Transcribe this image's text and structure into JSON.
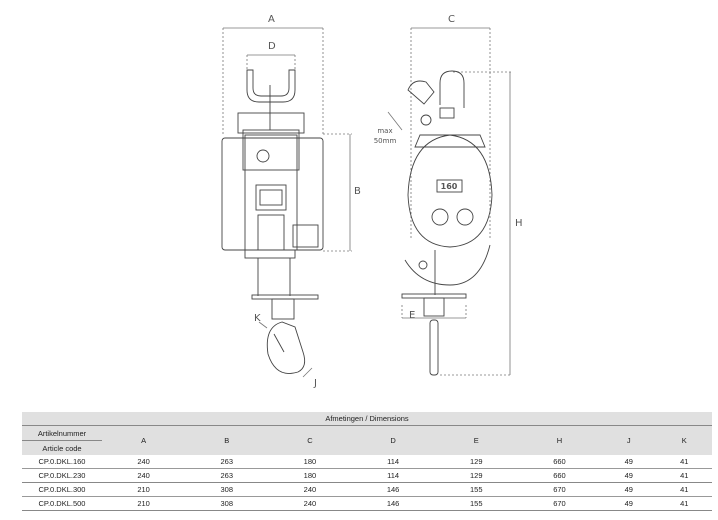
{
  "diagram": {
    "labels": {
      "A": "A",
      "B": "B",
      "C": "C",
      "D": "D",
      "E": "E",
      "H": "H",
      "J": "J",
      "K": "K"
    },
    "max_note_line1": "max",
    "max_note_line2": "50mm",
    "badge": "160"
  },
  "table": {
    "title": "Afmetingen / Dimensions",
    "article_header_nl": "Artikelnummer",
    "article_header_en": "Article code",
    "columns": [
      "A",
      "B",
      "C",
      "D",
      "E",
      "H",
      "J",
      "K"
    ],
    "rows": [
      {
        "code": "CP.0.DKL.160",
        "values": [
          "240",
          "263",
          "180",
          "114",
          "129",
          "660",
          "49",
          "41"
        ]
      },
      {
        "code": "CP.0.DKL.230",
        "values": [
          "240",
          "263",
          "180",
          "114",
          "129",
          "660",
          "49",
          "41"
        ]
      },
      {
        "code": "CP.0.DKL.300",
        "values": [
          "210",
          "308",
          "240",
          "146",
          "155",
          "670",
          "49",
          "41"
        ]
      },
      {
        "code": "CP.0.DKL.500",
        "values": [
          "210",
          "308",
          "240",
          "146",
          "155",
          "670",
          "49",
          "41"
        ]
      }
    ]
  },
  "colors": {
    "line": "#444444",
    "dash": "#777777",
    "header_bg": "#e0e0e0"
  }
}
